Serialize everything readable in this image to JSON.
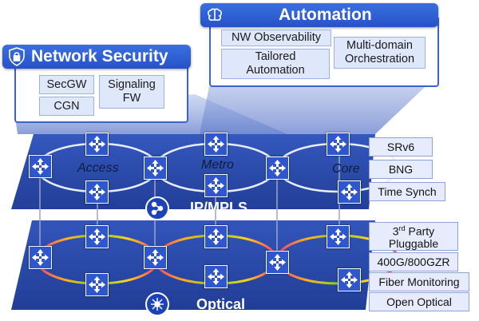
{
  "automation": {
    "title": "Automation",
    "items": [
      "NW Observability",
      "Tailored Automation",
      "Multi-domain Orchestration"
    ]
  },
  "security": {
    "title": "Network Security",
    "items": [
      "SecGW",
      "CGN",
      "Signaling FW"
    ]
  },
  "ip_layer": {
    "label": "IP/MPLS",
    "rings": [
      "Access",
      "Metro",
      "Core"
    ],
    "services": [
      "SRv6",
      "BNG",
      "Time Synch"
    ]
  },
  "optical_layer": {
    "label": "Optical",
    "services_pluggable_sup": "rd",
    "services_pluggable_pre": "3",
    "services_pluggable_rest": "Party",
    "services_pluggable_line2": "Pluggable",
    "services": [
      "400G/800GZR",
      "Fiber Monitoring",
      "Open Optical"
    ]
  },
  "icons": [
    "brain-icon",
    "shield-lock-icon",
    "network-graph-icon",
    "optical-hub-icon",
    "router-icon"
  ],
  "colors": {
    "accent": "#2f56cd",
    "layer_top": "#2b4cad",
    "layer_bottom": "#2a4aa8"
  }
}
